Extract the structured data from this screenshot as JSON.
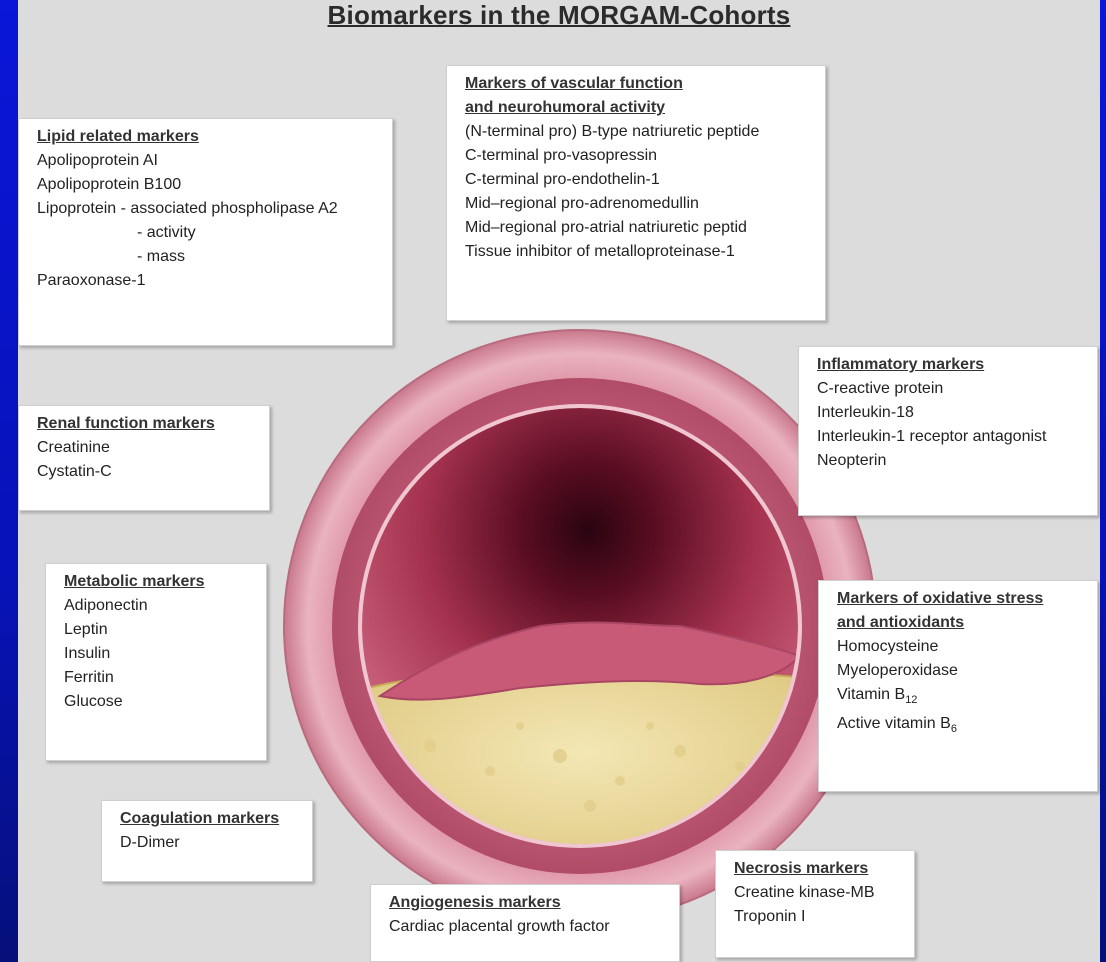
{
  "title": "Biomarkers in the MORGAM-Cohorts",
  "colors": {
    "background_blue": "#0a16d8",
    "panel_gray": "#dcdcdc",
    "vessel_outer": "#e7a9b7",
    "lumen_dark": "#5a0d22",
    "plaque": "#ecdc9c"
  },
  "boxes": {
    "lipid": {
      "heading": "Lipid related markers",
      "items": [
        "Apolipoprotein AI",
        "Apolipoprotein B100",
        "Lipoprotein - associated phospholipase A2"
      ],
      "subitems": [
        "- activity",
        "- mass"
      ],
      "last": "Paraoxonase-1"
    },
    "vascular": {
      "heading_1": "Markers of vascular function",
      "heading_2": "and neurohumoral activity",
      "items": [
        "(N-terminal pro) B-type natriuretic peptide",
        "C-terminal pro-vasopressin",
        "C-terminal pro-endothelin-1",
        "Mid–regional pro-adrenomedullin",
        "Mid–regional pro-atrial natriuretic peptid",
        "Tissue inhibitor of metalloproteinase-1"
      ]
    },
    "inflammatory": {
      "heading": "Inflammatory markers",
      "items": [
        "C-reactive protein",
        "Interleukin-18",
        "Interleukin-1 receptor antagonist",
        "Neopterin"
      ]
    },
    "renal": {
      "heading": "Renal function markers",
      "items": [
        "Creatinine",
        "Cystatin-C"
      ]
    },
    "metabolic": {
      "heading": "Metabolic markers",
      "items": [
        "Adiponectin",
        "Leptin",
        "Insulin",
        "Ferritin",
        "Glucose"
      ]
    },
    "oxidative": {
      "heading_1": "Markers of oxidative stress",
      "heading_2": "and antioxidants",
      "items": [
        "Homocysteine",
        "Myeloperoxidase"
      ],
      "vitb12_base": "Vitamin B",
      "vitb12_sub": "12",
      "vitb6_base": "Active vitamin B",
      "vitb6_sub": "6"
    },
    "coagulation": {
      "heading": "Coagulation markers",
      "items": [
        "D-Dimer"
      ]
    },
    "angiogenesis": {
      "heading": "Angiogenesis markers",
      "items": [
        "Cardiac placental growth factor"
      ]
    },
    "necrosis": {
      "heading": "Necrosis markers",
      "items": [
        "Creatine kinase-MB",
        "Troponin I"
      ]
    }
  }
}
